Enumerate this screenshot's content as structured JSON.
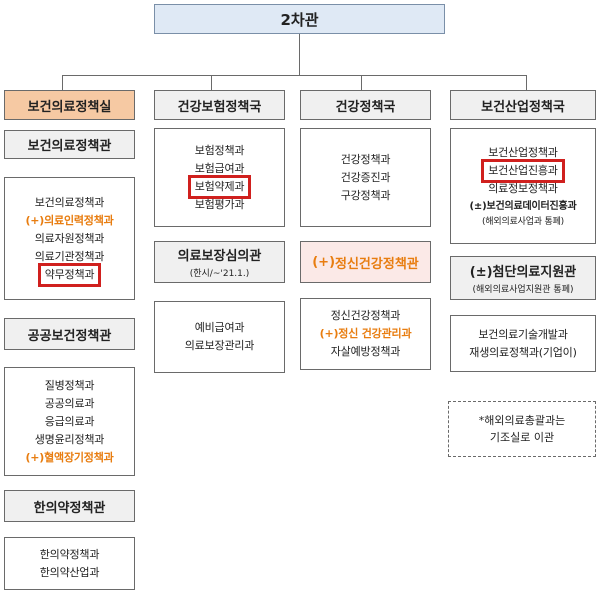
{
  "top": {
    "label": "2차관"
  },
  "columns": [
    {
      "header": "보건의료정책실",
      "groups": [
        {
          "title": "보건의료정책관",
          "items": [
            {
              "text": "보건의료정책과",
              "style": ""
            },
            {
              "text": "(+)의료인력정책과",
              "style": "orange"
            },
            {
              "text": "의료자원정책과",
              "style": ""
            },
            {
              "text": "의료기관정책과",
              "style": ""
            },
            {
              "text": "약무정책과",
              "style": "boxed"
            }
          ]
        },
        {
          "title": "공공보건정책관",
          "items": [
            {
              "text": "질병정책과",
              "style": ""
            },
            {
              "text": "공공의료과",
              "style": ""
            },
            {
              "text": "응급의료과",
              "style": ""
            },
            {
              "text": "생명윤리정책과",
              "style": ""
            },
            {
              "text": "(+)혈액장기정책과",
              "style": "orange"
            }
          ]
        },
        {
          "title": "한의약정책관",
          "items": [
            {
              "text": "한의약정책과",
              "style": ""
            },
            {
              "text": "한의약산업과",
              "style": ""
            }
          ]
        }
      ]
    },
    {
      "header": "건강보험정책국",
      "items": [
        {
          "text": "보험정책과",
          "style": ""
        },
        {
          "text": "보험급여과",
          "style": ""
        },
        {
          "text": "보험약제과",
          "style": "boxed"
        },
        {
          "text": "보험평가과",
          "style": ""
        }
      ],
      "groups": [
        {
          "title": "의료보장심의관",
          "subtitle": "(한시/~'21.1.)",
          "items": [
            {
              "text": "예비급여과",
              "style": ""
            },
            {
              "text": "의료보장관리과",
              "style": ""
            }
          ]
        }
      ]
    },
    {
      "header": "건강정책국",
      "items": [
        {
          "text": "건강정책과",
          "style": ""
        },
        {
          "text": "건강증진과",
          "style": ""
        },
        {
          "text": "구강정책과",
          "style": ""
        }
      ],
      "groups": [
        {
          "title_prefix": "(+)",
          "title": "정신건강정책관",
          "items": [
            {
              "text": "정신건강정책과",
              "style": ""
            },
            {
              "text": "(+)정신 건강관리과",
              "style": "orange"
            },
            {
              "text": "자살예방정책과",
              "style": ""
            }
          ]
        }
      ]
    },
    {
      "header": "보건산업정책국",
      "items": [
        {
          "text": "보건산업정책과",
          "style": ""
        },
        {
          "text": "보건산업진흥과",
          "style": "boxed"
        },
        {
          "text": "의료정보정책과",
          "style": ""
        },
        {
          "text": "(±)보건의료데이터진흥과",
          "style": "bold"
        },
        {
          "text": "(해외의료사업과 통폐)",
          "style": "small"
        }
      ],
      "groups": [
        {
          "title": "(±)첨단의료지원관",
          "subtitle": "(해외의료사업지원관 통폐)",
          "items": [
            {
              "text": "보건의료기술개발과",
              "style": ""
            },
            {
              "text": "재생의료정책과(기업이)",
              "style": ""
            }
          ]
        }
      ]
    }
  ],
  "note": {
    "line1": "*해외의료총괄과는",
    "line2": "기조실로 이관"
  },
  "colors": {
    "orange_text": "#e87d10",
    "highlight_border": "#d0201e",
    "header_orange_bg": "#f6c9a3",
    "top_bg": "#dfe9f5"
  }
}
